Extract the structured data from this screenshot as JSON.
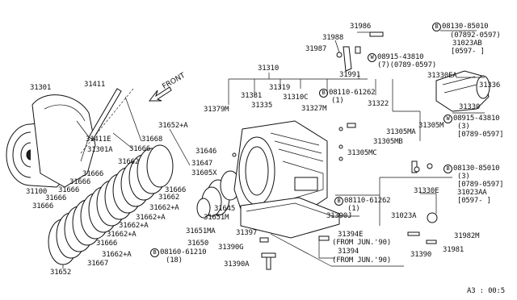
{
  "labels": {
    "l31986": "31986",
    "l31988": "31988",
    "l31987": "31987",
    "l31991": "31991",
    "b85010a": "08130-85010",
    "b85010a_sub": "(07892-0597)",
    "l31023ab": "31023AB",
    "l31023ab_sub": "[0597-   ]",
    "w43810a": "08915-43810",
    "w43810a_sub": "(7)(0789-0597)",
    "l31330ea": "31330EA",
    "l31336": "31336",
    "l31330": "31330",
    "w43810b": "08915-43810",
    "w43810b_sub": "(3)",
    "w43810b_sub2": "[0789-0597]",
    "l31310": "31310",
    "l31319": "31319",
    "l31381": "31381",
    "l31310c": "31310C",
    "b61262a": "08110-61262",
    "b61262a_sub": "(1)",
    "l31327m": "31327M",
    "l31322": "31322",
    "l31379m": "31379M",
    "l31335": "31335",
    "l31301": "31301",
    "l31411": "31411",
    "front": "FRONT",
    "l31411e": "31411E",
    "l31301a": "31301A",
    "l31100": "31100",
    "l31652a": "31652+A",
    "l31668": "31668",
    "l31666a": "31666",
    "l31662a": "31662",
    "l31666b": "31666",
    "l31666c": "31666",
    "l31666d": "31666",
    "l31666e": "31666",
    "l31666f": "31666",
    "l31662b": "31662",
    "l31662c": "31662+A",
    "l31662d": "31662+A",
    "l31662e": "31662+A",
    "l31662f": "31662+A",
    "l31666g": "31666",
    "l31662g": "31662+A",
    "l31667": "31667",
    "l31652": "31652",
    "l31646": "31646",
    "l31647": "31647",
    "l31605x": "31605X",
    "l31666h": "31666",
    "l31645": "31645",
    "l31651m": "31651M",
    "l31651ma": "31651MA",
    "l31650": "31650",
    "b61210": "08160-61210",
    "b61210_sub": "(18)",
    "l31397": "31397",
    "l31390g": "31390G",
    "l31390a": "31390A",
    "l31305ma": "31305MA",
    "l31305m": "31305M",
    "l31305mb": "31305MB",
    "l31305mc": "31305MC",
    "b85010b": "08130-85010",
    "b85010b_sub": "(3)",
    "b85010b_sub2": "[0789-0597]",
    "l31023aa": "31023AA",
    "l31023aa_sub": "[0597-   ]",
    "l31330e": "31330E",
    "b61262b": "08110-61262",
    "b61262b_sub": "(1)",
    "l31390j": "31390J",
    "l31023a": "31023A",
    "l31982m": "31982M",
    "l31394e": "31394E",
    "l31394e_sub": "(FROM JUN.'90)",
    "l31394": "31394",
    "l31394_sub": "(FROM JUN.'90)",
    "l31390": "31390",
    "l31981": "31981",
    "ref": "A3 : 00:5"
  },
  "markers": {
    "bolt": "B",
    "washer": "W"
  }
}
